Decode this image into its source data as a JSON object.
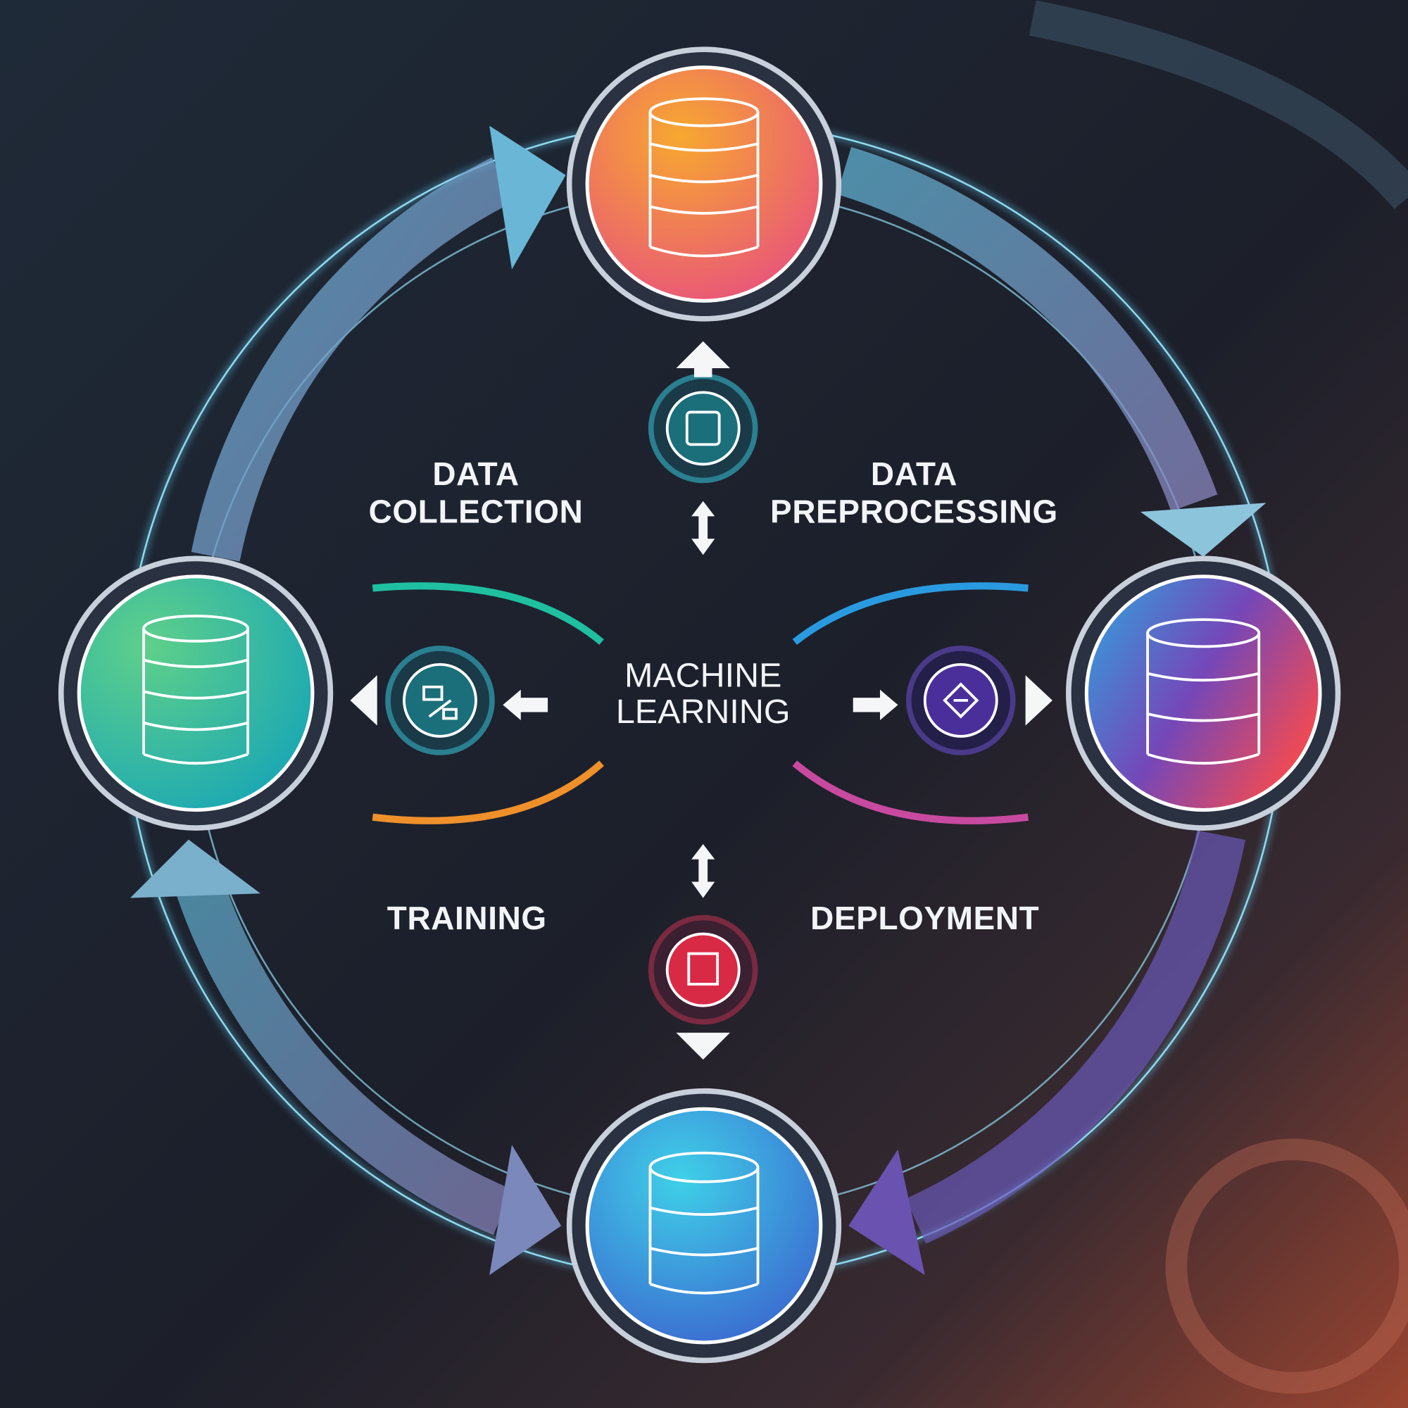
{
  "title": "Machine Learning Lifecycle",
  "center": {
    "line1": "MACHINE",
    "line2": "LEARNING"
  },
  "stages": {
    "data_collection": {
      "line1": "DATA",
      "line2": "COLLECTION"
    },
    "data_preprocessing": {
      "line1": "DATA",
      "line2": "PREPROCESSING"
    },
    "training": {
      "label": "TRAINING"
    },
    "deployment": {
      "label": "DEPLOYMENT"
    }
  },
  "colors": {
    "background_dark": "#1b2130",
    "background_warm": "#8a3b2c",
    "ring_glow": "#5fc4e6",
    "top_node": [
      "#f59a35",
      "#e8587a"
    ],
    "left_node": [
      "#56c98a",
      "#1aa8b8"
    ],
    "right_node": [
      "#3aa0e0",
      "#7a4ab8",
      "#e84a5a"
    ],
    "bottom_node": [
      "#35c4e4",
      "#3a62d0"
    ],
    "icon_teal": "#1a6f7a",
    "icon_purple": "#4a2f9a",
    "icon_red": "#d82a45"
  },
  "icons": [
    "database-icon",
    "processor-icon",
    "tools-icon",
    "network-icon",
    "dashboard-icon"
  ]
}
